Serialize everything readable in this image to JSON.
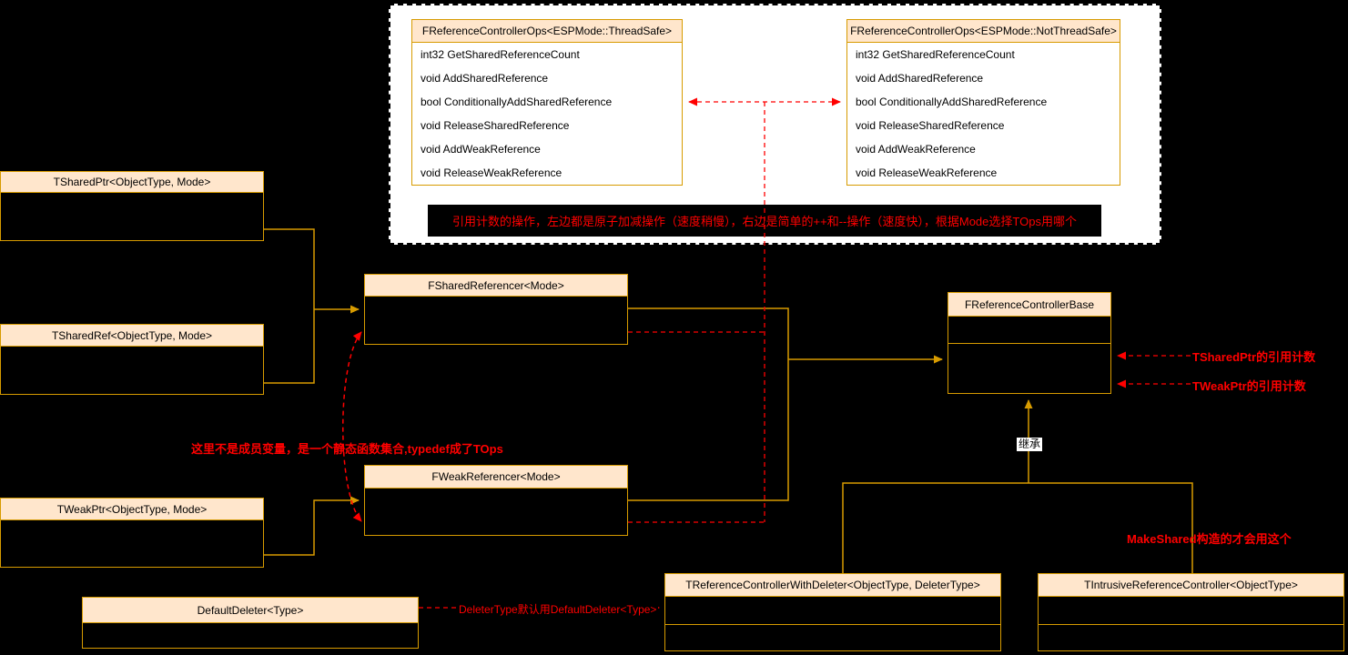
{
  "diagram": {
    "classes": {
      "ops_threadsafe": {
        "title": "FReferenceControllerOps<ESPMode::ThreadSafe>",
        "methods": [
          "int32 GetSharedReferenceCount",
          "void AddSharedReference",
          "bool ConditionallyAddSharedReference",
          "void ReleaseSharedReference",
          "void AddWeakReference",
          "void ReleaseWeakReference"
        ]
      },
      "ops_not_threadsafe": {
        "title": "FReferenceControllerOps<ESPMode::NotThreadSafe>",
        "methods": [
          "int32 GetSharedReferenceCount",
          "void AddSharedReference",
          "bool ConditionallyAddSharedReference",
          "void ReleaseSharedReference",
          "void AddWeakReference",
          "void ReleaseWeakReference"
        ]
      },
      "tsharedptr": {
        "title": "TSharedPtr<ObjectType, Mode>"
      },
      "tsharedref": {
        "title": "TSharedRef<ObjectType, Mode>"
      },
      "tweakptr": {
        "title": "TWeakPtr<ObjectType, Mode>"
      },
      "fsharedreferencer": {
        "title": "FSharedReferencer<Mode>"
      },
      "fweakreferencer": {
        "title": "FWeakReferencer<Mode>"
      },
      "freferencecontrollerbase": {
        "title": "FReferenceControllerBase"
      },
      "defaultdeleter": {
        "title": "DefaultDeleter<Type>"
      },
      "treferencecontrollerwithdeleter": {
        "title": "TReferenceControllerWithDeleter<ObjectType, DeleterType>"
      },
      "tintrusivereferencecontroller": {
        "title": "TIntrusiveReferenceController<ObjectType>"
      }
    },
    "annotations": {
      "ops_note": "引用计数的操作，左边都是原子加减操作（速度稍慢），右边是简单的++和--操作（速度快），根据Mode选择TOps用哪个",
      "tops_note": "这里不是成员变量，是一个静态函数集合,typedef成了TOps",
      "sharedptr_count_note": "TSharedPtr的引用计数",
      "weakptr_count_note": "TWeakPtr的引用计数",
      "makeshared_note": "MakeShared构造的才会用这个",
      "deleter_note": "DeleterType默认用DefaultDeleter<Type>",
      "inherit_label": "继承"
    },
    "colors": {
      "background": "#000000",
      "node_border": "#D79B00",
      "node_header_fill": "#FFE6CC",
      "node_text": "#000000",
      "annotation_red": "#FF0000",
      "container_fill": "#FFFFFF",
      "container_border": "#000000"
    }
  }
}
